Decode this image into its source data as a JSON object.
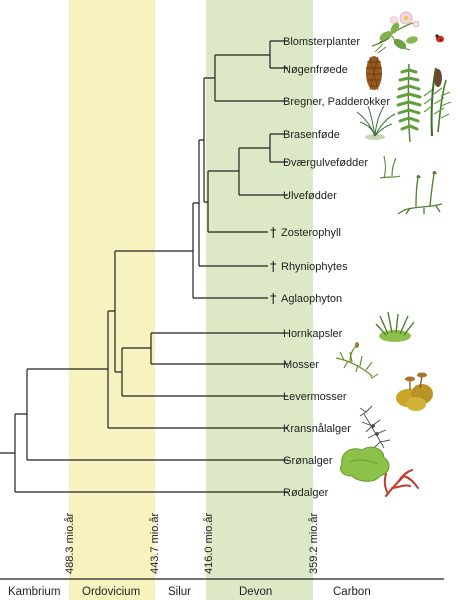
{
  "taxa": [
    {
      "label": "Blomsterplanter",
      "extinct": false
    },
    {
      "label": "Nøgenfrøede",
      "extinct": false
    },
    {
      "label": "Bregner, Padderokker",
      "extinct": false
    },
    {
      "label": "Brasenføde",
      "extinct": false
    },
    {
      "label": "Dværgulvefødder",
      "extinct": false
    },
    {
      "label": "Ulvefødder",
      "extinct": false
    },
    {
      "label": "Zosterophyll",
      "extinct": true
    },
    {
      "label": "Rhyniophytes",
      "extinct": true
    },
    {
      "label": "Aglaophyton",
      "extinct": true
    },
    {
      "label": "Hornkapsler",
      "extinct": false
    },
    {
      "label": "Mosser",
      "extinct": false
    },
    {
      "label": "Levermosser",
      "extinct": false
    },
    {
      "label": "Kransnålalger",
      "extinct": false
    },
    {
      "label": "Grønalger",
      "extinct": false
    },
    {
      "label": "Rødalger",
      "extinct": false
    }
  ],
  "extinct_symbol": "†",
  "dates": [
    "488.3 mio.år",
    "443.7 mio.år",
    "416.0 mio.år",
    "359.2 mio.år"
  ],
  "periods": [
    "Kambrium",
    "Ordovicium",
    "Silur",
    "Devon",
    "Carbon"
  ],
  "colors": {
    "ordovicium_band": "#f7f3bf",
    "devon_band": "#dde9c6",
    "tree_line": "#222222"
  }
}
